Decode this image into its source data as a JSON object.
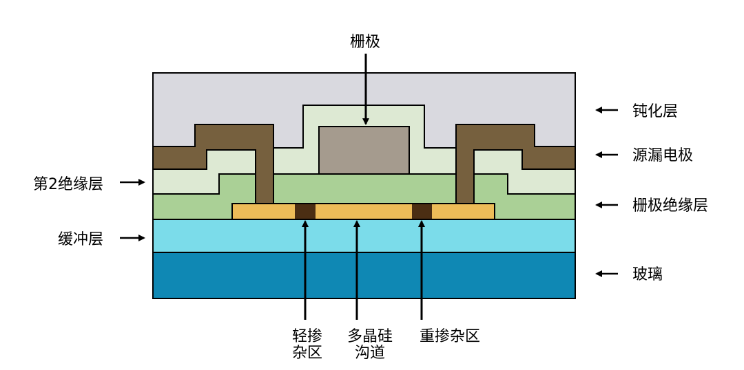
{
  "colors": {
    "passivation": "#d9d9df",
    "source_drain": "#76603e",
    "second_insulation": "#dde9d3",
    "gate_insulation": "#aad096",
    "gate": "#a59b8e",
    "poly_si": "#edbc58",
    "doped_region": "#4b2e13",
    "buffer": "#7bdcea",
    "glass": "#0f88b4",
    "outline": "#000000"
  },
  "labels": {
    "gate": "栅极",
    "passivation": "钝化层",
    "source_drain": "源漏电极",
    "gate_insulation": "栅极绝缘层",
    "glass": "玻璃",
    "second_insulation": "第2绝缘层",
    "buffer": "缓冲层",
    "light_doped_line1": "轻掺",
    "light_doped_line2": "杂区",
    "poly_channel_line1": "多晶硅",
    "poly_channel_line2": "沟道",
    "heavy_doped": "重掺杂区"
  }
}
